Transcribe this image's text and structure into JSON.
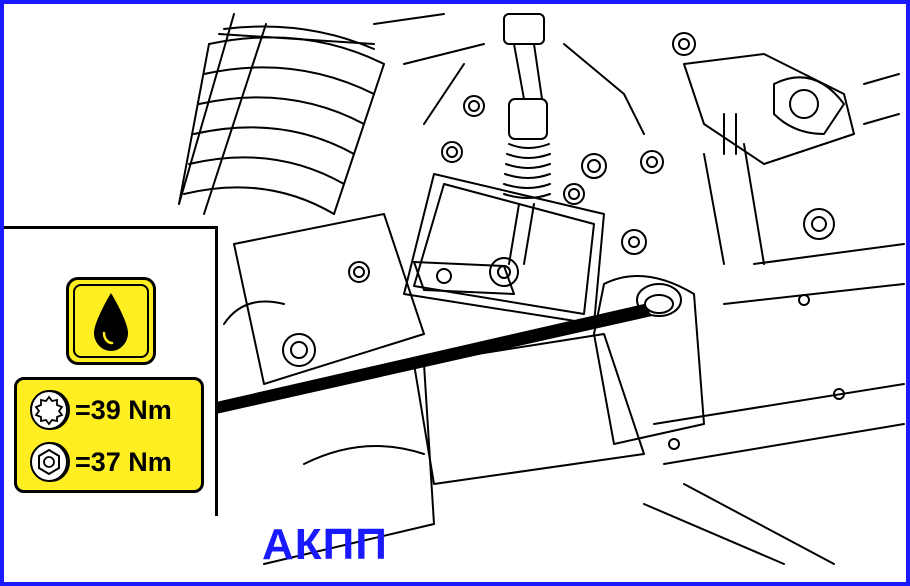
{
  "caption": "АКПП",
  "legend": {
    "oil_symbol": "oil-drop-icon",
    "torque": [
      {
        "icon": "splined-bolt-icon",
        "text": "=39 Nm"
      },
      {
        "icon": "hex-bolt-icon",
        "text": "=37 Nm"
      }
    ]
  },
  "colors": {
    "frame": "#1a1aff",
    "badge": "#ffee22",
    "caption": "#1a1aff"
  }
}
